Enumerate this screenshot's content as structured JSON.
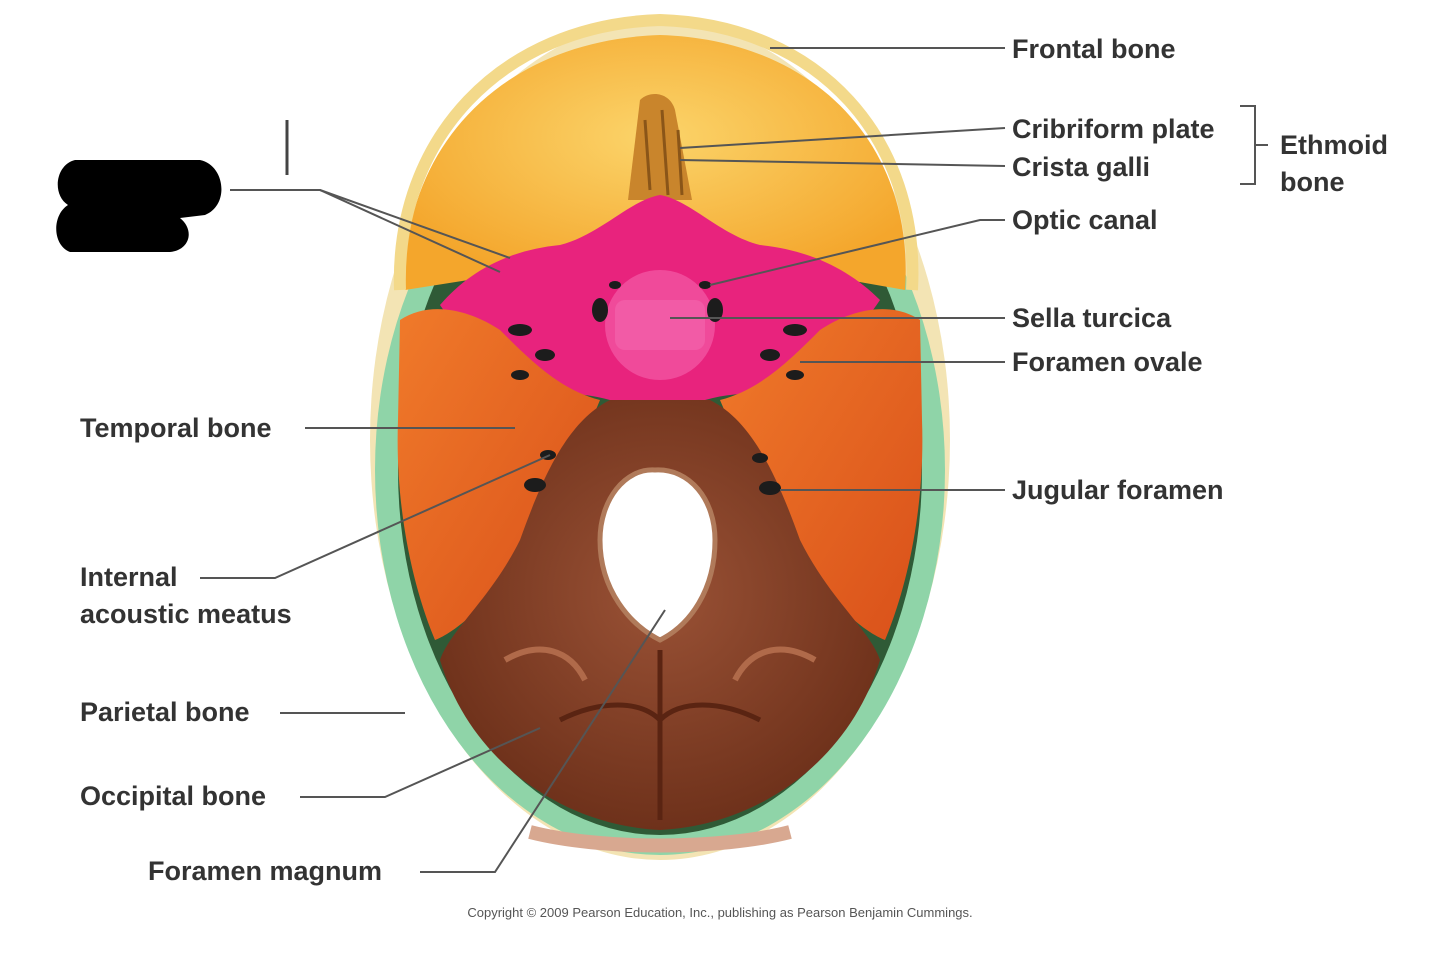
{
  "labels": {
    "frontal_bone": "Frontal bone",
    "cribriform_plate": "Cribriform plate",
    "crista_galli": "Crista galli",
    "ethmoid_bone_line1": "Ethmoid",
    "ethmoid_bone_line2": "bone",
    "optic_canal": "Optic canal",
    "sella_turcica": "Sella turcica",
    "foramen_ovale": "Foramen ovale",
    "jugular_foramen": "Jugular foramen",
    "temporal_bone": "Temporal bone",
    "internal_acoustic_meatus_line1": "Internal",
    "internal_acoustic_meatus_line2": "acoustic meatus",
    "parietal_bone": "Parietal bone",
    "occipital_bone": "Occipital bone",
    "foramen_magnum": "Foramen magnum"
  },
  "copyright": "Copyright © 2009 Pearson Education, Inc., publishing as Pearson Benjamin Cummings.",
  "colors": {
    "frontal": "#f6b43a",
    "frontal_edge": "#f3d98a",
    "ethmoid": "#c9852c",
    "sphenoid": "#e8237d",
    "temporal": "#e8601c",
    "parietal": "#7fcfa0",
    "occipital": "#7a3a22",
    "redaction": "#000000",
    "leader_line": "#555555"
  }
}
